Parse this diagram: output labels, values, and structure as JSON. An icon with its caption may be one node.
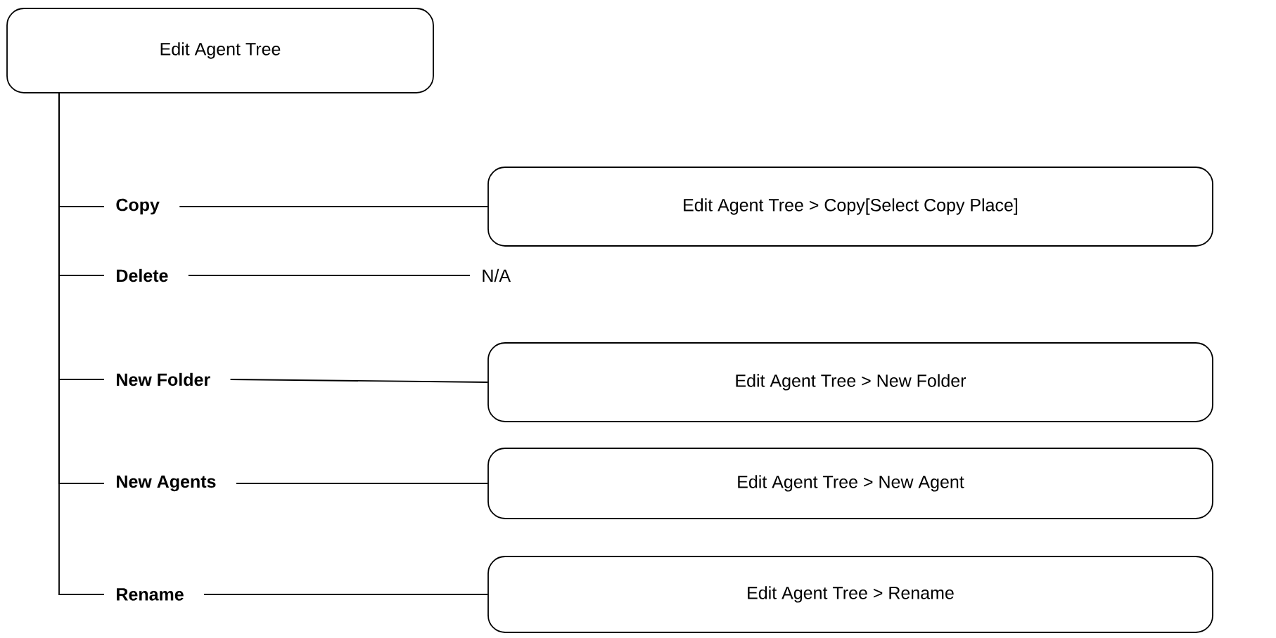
{
  "diagram": {
    "nodes": [
      {
        "text": [
          "Edit Agent Tree"
        ]
      },
      {
        "text": [
          "Copy"
        ]
      },
      {
        "text": [
          "Edit Agent Tree > Copy[Select Copy Place]"
        ]
      },
      {
        "text": [
          "Delete"
        ]
      },
      {
        "text": [
          "N/A"
        ]
      },
      {
        "text": [
          "New Folder"
        ]
      },
      {
        "text": [
          "Edit Agent Tree > New Folder"
        ]
      },
      {
        "text": [
          "New Agents"
        ]
      },
      {
        "text": [
          "Edit Agent Tree > New Agent"
        ]
      },
      {
        "text": [
          "Rename"
        ]
      },
      {
        "text": [
          "Edit Agent Tree > Rename"
        ]
      }
    ],
    "edges": [
      {
        "from": 0,
        "to": 1,
        "arrow": "none"
      },
      {
        "from": 0,
        "to": 3,
        "arrow": "none"
      },
      {
        "from": 0,
        "to": 5,
        "arrow": "none"
      },
      {
        "from": 0,
        "to": 7,
        "arrow": "none"
      },
      {
        "from": 0,
        "to": 9,
        "arrow": "none"
      },
      {
        "from": 1,
        "to": 2,
        "arrow": "none"
      },
      {
        "from": 3,
        "to": 4,
        "arrow": "none"
      },
      {
        "from": 5,
        "to": 6,
        "arrow": "none"
      },
      {
        "from": 7,
        "to": 8,
        "arrow": "none"
      },
      {
        "from": 9,
        "to": 10,
        "arrow": "none"
      }
    ]
  }
}
